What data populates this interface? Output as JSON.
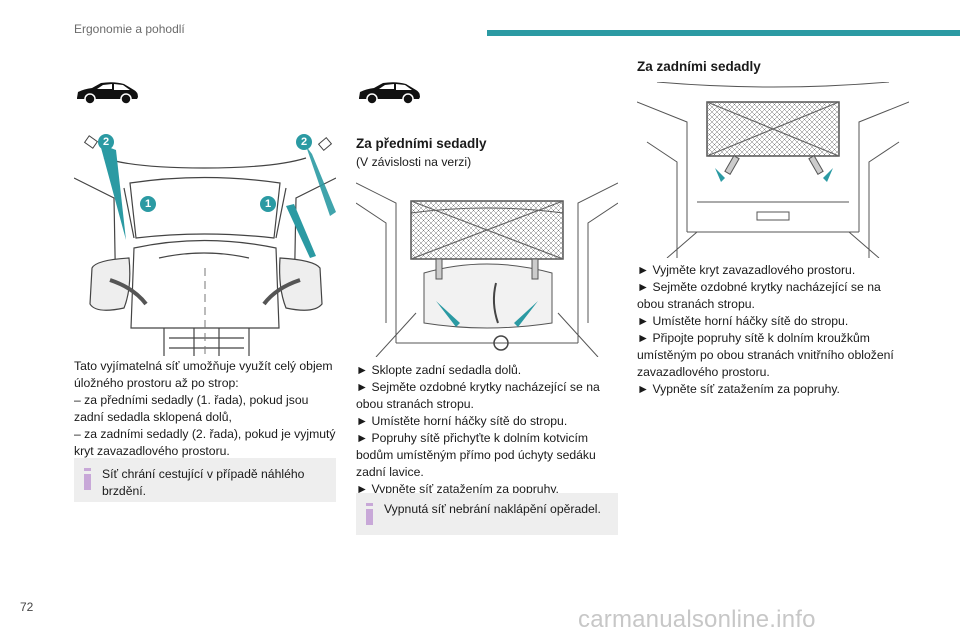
{
  "header": {
    "section": "Ergonomie a pohodlí",
    "accent": "#2b9aa3"
  },
  "column1": {
    "callouts": [
      "2",
      "2",
      "1",
      "1"
    ],
    "paragraph": [
      "Tato vyjímatelná síť umožňuje využít celý objem",
      "úložného prostoru až po strop:",
      "–  za předními sedadly (1. řada), pokud jsou",
      "zadní sedadla sklopená dolů,",
      "–  za zadními sedadly (2. řada), pokud je vyjmutý",
      "kryt zavazadlového prostoru."
    ],
    "note": [
      "Síť chrání cestující v případě náhlého",
      "brzdění."
    ]
  },
  "column2": {
    "title": "Za předními sedadly",
    "subtitle": "(V závislosti na verzi)",
    "steps": [
      "►  Sklopte zadní sedadla dolů.",
      "►  Sejměte ozdobné krytky nacházející se na",
      "obou stranách stropu.",
      "►  Umístěte horní háčky sítě do stropu.",
      "►  Popruhy sítě přichyťte k dolním kotvicím",
      "bodům umístěným přímo pod úchyty sedáku",
      "zadní lavice.",
      "►  Vypněte síť zatažením za popruhy."
    ],
    "note": [
      "Vypnutá síť nebrání naklápění opěradel."
    ]
  },
  "column3": {
    "title": "Za zadními sedadly",
    "steps": [
      "►  Vyjměte kryt zavazadlového prostoru.",
      "►  Sejměte ozdobné krytky nacházející se na",
      "obou stranách stropu.",
      "►  Umístěte horní háčky sítě do stropu.",
      "►  Připojte popruhy sítě k dolním kroužkům",
      "umístěným po obou stranách vnitřního obložení",
      "zavazadlového prostoru.",
      "►  Vypněte síť zatažením za popruhy."
    ]
  },
  "footer": {
    "page_number": "72",
    "watermark": "carmanualsonline.info"
  }
}
